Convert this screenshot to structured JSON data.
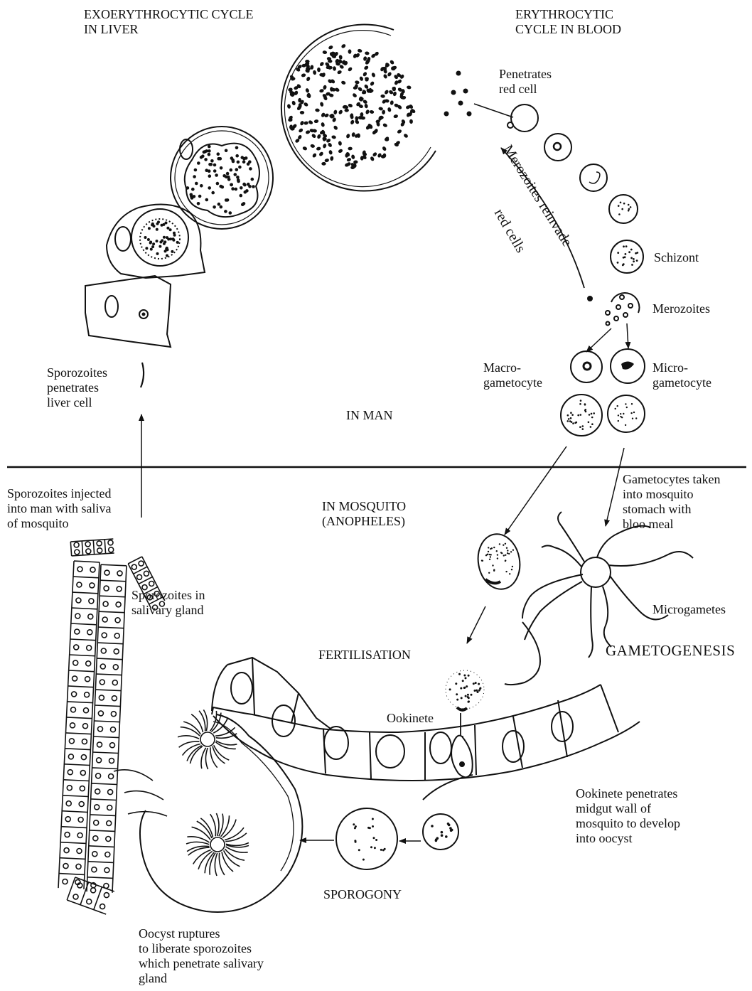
{
  "headings": {
    "exo": "EXOERYTHROCYTIC CYCLE\nIN LIVER",
    "ery": "ERYTHROCYTIC\nCYCLE IN BLOOD",
    "in_man": "IN MAN",
    "in_mosquito": "IN MOSQUITO\n(ANOPHELES)"
  },
  "labels": {
    "penetrates": "Penetrates\nred cell",
    "merozoites_reinvade": "Merozoites reinvade",
    "red_cells": "red cells",
    "schizont": "Schizont",
    "merozoites": "Merozoites",
    "macrogametocyte": "Macro-\ngametocyte",
    "microgametocyte": "Micro-\ngametocyte",
    "sporo_liver": "Sporozoites\npenetrates\nliver cell",
    "sporo_injected": "Sporozoites injected\ninto man with saliva\nof mosquito",
    "gametocytes_taken": "Gametocytes taken\ninto mosquito\nstomach with\nbloo meal",
    "microgametes": "Microgametes",
    "gametogenesis": "GAMETOGENESIS",
    "fertilisation": "FERTILISATION",
    "ookinete": "Ookinete",
    "sporo_salivary": "Sporozoites in\nsalivary gland",
    "ookinete_penetrates": "Ookinete penetrates\nmidgut wall of\nmosquito to develop\ninto oocyst",
    "sporogony": "SPOROGONY",
    "oocyst_ruptures": "Oocyst ruptures\nto liberate sporozoites\nwhich penetrate salivary\ngland"
  }
}
